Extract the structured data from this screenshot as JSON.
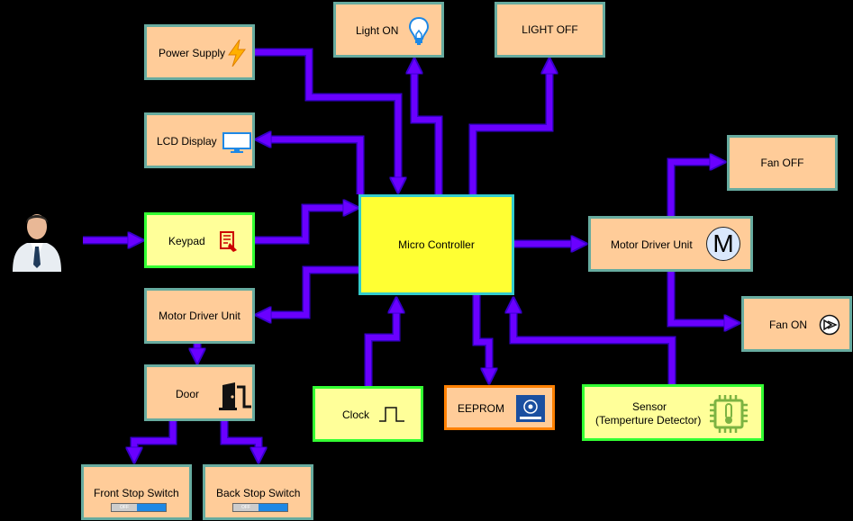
{
  "nodes": {
    "power_supply": "Power Supply",
    "lcd_display": "LCD Display",
    "keypad": "Keypad",
    "motor_driver_left": "Motor Driver Unit",
    "door": "Door",
    "front_stop_switch": "Front Stop Switch",
    "back_stop_switch": "Back Stop Switch",
    "light_on": "Light ON",
    "light_off": "LIGHT OFF",
    "micro_controller": "Micro Controller",
    "clock": "Clock",
    "eeprom": "EEPROM",
    "sensor_line1": "Sensor",
    "sensor_line2": "(Temperture Detector)",
    "motor_driver_right": "Motor Driver Unit",
    "fan_off": "Fan OFF",
    "fan_on": "Fan ON",
    "motor_letter": "M",
    "switch_off": "OFF"
  },
  "colors": {
    "background": "#000000",
    "arrow": "#6A00FF",
    "arrow_stroke": "#3700CC",
    "peach_fill": "#FFCC99",
    "teal_border": "#67AB9F",
    "lime_fill": "#FFFF99",
    "green_border": "#33FF33",
    "mcu_fill": "#FFFF33",
    "mcu_border": "#33CCCC",
    "eeprom_border": "#FF8000"
  },
  "icons": {
    "power_supply": "lightning-icon",
    "lcd_display": "monitor-icon",
    "keypad": "keypad-icon",
    "door": "door-icon",
    "light_on": "lightbulb-icon",
    "clock": "square-wave-icon",
    "eeprom": "memory-chip-icon",
    "sensor": "thermometer-chip-icon",
    "motor": "motor-icon",
    "fan_on": "fan-icon",
    "user": "person-icon"
  }
}
